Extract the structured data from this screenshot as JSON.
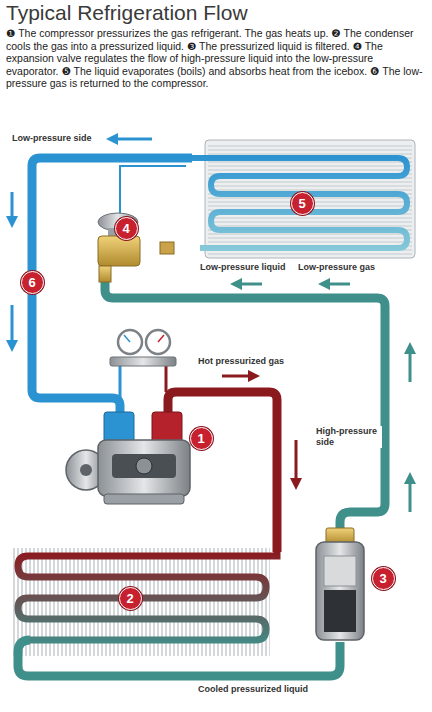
{
  "diagram": {
    "title": "Typical Refrigeration Flow",
    "caption": "❶ The compressor pressurizes the gas refrigerant. The gas heats up. ❷ The condenser cools the gas into a pressurized liquid. ❸ The pressurized liquid is filtered. ❹ The expansion valve regulates the flow of high-pressure liquid into the low-pressure evaporator. ❺ The liquid evaporates (boils) and absorbs heat from the icebox. ❻ The low-pressure gas is returned to the compressor.",
    "nodes": [
      {
        "text": [
          "1"
        ]
      },
      {
        "text": [
          "2"
        ]
      },
      {
        "text": [
          "3"
        ]
      },
      {
        "text": [
          "4"
        ]
      },
      {
        "text": [
          "5"
        ]
      },
      {
        "text": [
          "6"
        ]
      }
    ],
    "labels": [
      "Low-pressure side",
      "Low-pressure liquid",
      "Low-pressure gas",
      "Hot pressurized gas",
      "High-pressure side",
      "Cooled pressurized liquid"
    ]
  }
}
